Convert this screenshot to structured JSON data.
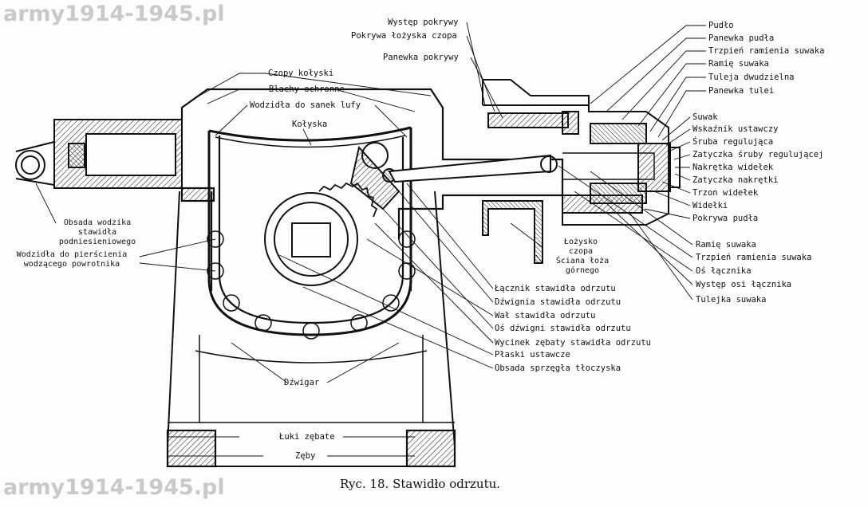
{
  "watermark": "army1914-1945.pl",
  "caption": "Ryc. 18. Stawidło odrzutu.",
  "labels": {
    "wystep_pokrywy": "Występ pokrywy",
    "pokrywa_lozyska_czopa": "Pokrywa łożyska czopa",
    "panewka_pokrywy": "Panewka pokrywy",
    "czopy_kolyski": "Czopy kołyski",
    "blachy_ochronne": "Blachy ochronne",
    "wodzidla_sanek": "Wodzidła do sanek lufy",
    "kolyska": "Kołyska",
    "pudlo": "Pudło",
    "panewka_pudla": "Panewka pudła",
    "trzpien_ramienia_top": "Trzpień ramienia suwaka",
    "ramie_suwaka_top": "Ramię suwaka",
    "tuleja_dwudzielna": "Tuleja dwudzielna",
    "panewka_tulei": "Panewka tulei",
    "suwak": "Suwak",
    "wskaznik": "Wskaźnik ustawczy",
    "sruba_regulujaca": "Śruba regulująca",
    "zatyczka_sruby": "Zatyczka śruby regulującej",
    "nakretka_widelek": "Nakrętka widełek",
    "zatyczka_nakretki": "Zatyczka nakrętki",
    "trzon_widelek": "Trzon widełek",
    "widelki": "Widełki",
    "pokrywa_pudla": "Pokrywa pudła",
    "ramie_suwaka_bottom": "Ramię suwaka",
    "trzpien_ramienia_bottom": "Trzpień ramienia suwaka",
    "os_lacznika": "Oś łącznika",
    "wystep_osi": "Występ osi łącznika",
    "tulejka_suwaka": "Tulejka suwaka",
    "obsada_wodzika_1": "Obsada wodzika",
    "obsada_wodzika_2": "stawidła",
    "obsada_wodzika_3": "podniesieniowego",
    "wodzidla_pierscienia_1": "Wodzidła do pierścienia",
    "wodzidla_pierscienia_2": "wodzącego powrotnika",
    "lozysko_czopa_1": "Łożysko",
    "lozysko_czopa_2": "czopa",
    "sciana_lozа_1": "Ściana łoża",
    "sciana_loza_2": "górnego",
    "lacznik": "Łącznik stawidła odrzutu",
    "dzwignia": "Dźwignia stawidła odrzutu",
    "wal": "Wał stawidła odrzutu",
    "os_dzwigni": "Oś dźwigni stawidła odrzutu",
    "wycinek": "Wycinek zębaty stawidła odrzutu",
    "plaski": "Płaski ustawcze",
    "obsada_sprzegla": "Obsada sprzęgła tłoczyska",
    "dzwigar": "Dźwigar",
    "luki_zebate": "Łuki zębate",
    "zeby": "Zęby"
  }
}
